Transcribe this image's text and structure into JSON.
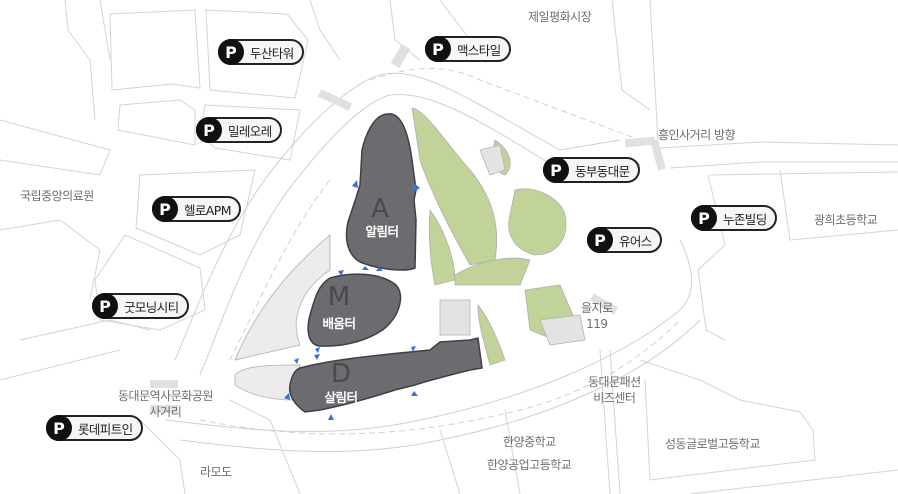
{
  "colors": {
    "background": "#ffffff",
    "road_line": "#d4d4d4",
    "building_dark": "#6b6b70",
    "building_outline": "#3f3f44",
    "plaza_light": "#ececec",
    "green": "#c2d39a",
    "entrance_arrow": "#3a6fd8",
    "pin_circle": "#111111",
    "pin_pill": "#f6f6f6",
    "label_text": "#6e6e6e"
  },
  "parking_pins": [
    {
      "icon": "parking-p-icon",
      "letter": "P",
      "name": "두산타워"
    },
    {
      "icon": "parking-p-icon",
      "letter": "P",
      "name": "맥스타일"
    },
    {
      "icon": "parking-p-icon",
      "letter": "P",
      "name": "밀레오레"
    },
    {
      "icon": "parking-p-icon",
      "letter": "P",
      "name": "헬로APM"
    },
    {
      "icon": "parking-p-icon",
      "letter": "P",
      "name": "굿모닝시티"
    },
    {
      "icon": "parking-p-icon",
      "letter": "P",
      "name": "롯데피트인"
    },
    {
      "icon": "parking-p-icon",
      "letter": "P",
      "name": "동부동대문"
    },
    {
      "icon": "parking-p-icon",
      "letter": "P",
      "name": "유어스"
    },
    {
      "icon": "parking-p-icon",
      "letter": "P",
      "name": "누존빌딩"
    }
  ],
  "place_labels": [
    {
      "name": "제일평화시장"
    },
    {
      "name": "흥인사거리 방향"
    },
    {
      "name": "국립중앙의료원"
    },
    {
      "name": "광희초등학교"
    },
    {
      "name": "을지로",
      "sub": "119"
    },
    {
      "name": "동대문패션",
      "sub": "비즈센터"
    },
    {
      "name": "동대문역사문화공원",
      "sub": "사거리"
    },
    {
      "name": "라모도"
    },
    {
      "name": "한양중학교"
    },
    {
      "name": "한양공업고등학교"
    },
    {
      "name": "성동글로벌고등학교"
    }
  ],
  "buildings": [
    {
      "letter": "A",
      "name": "알림터"
    },
    {
      "letter": "M",
      "name": "배움터"
    },
    {
      "letter": "D",
      "name": "살림터"
    }
  ]
}
